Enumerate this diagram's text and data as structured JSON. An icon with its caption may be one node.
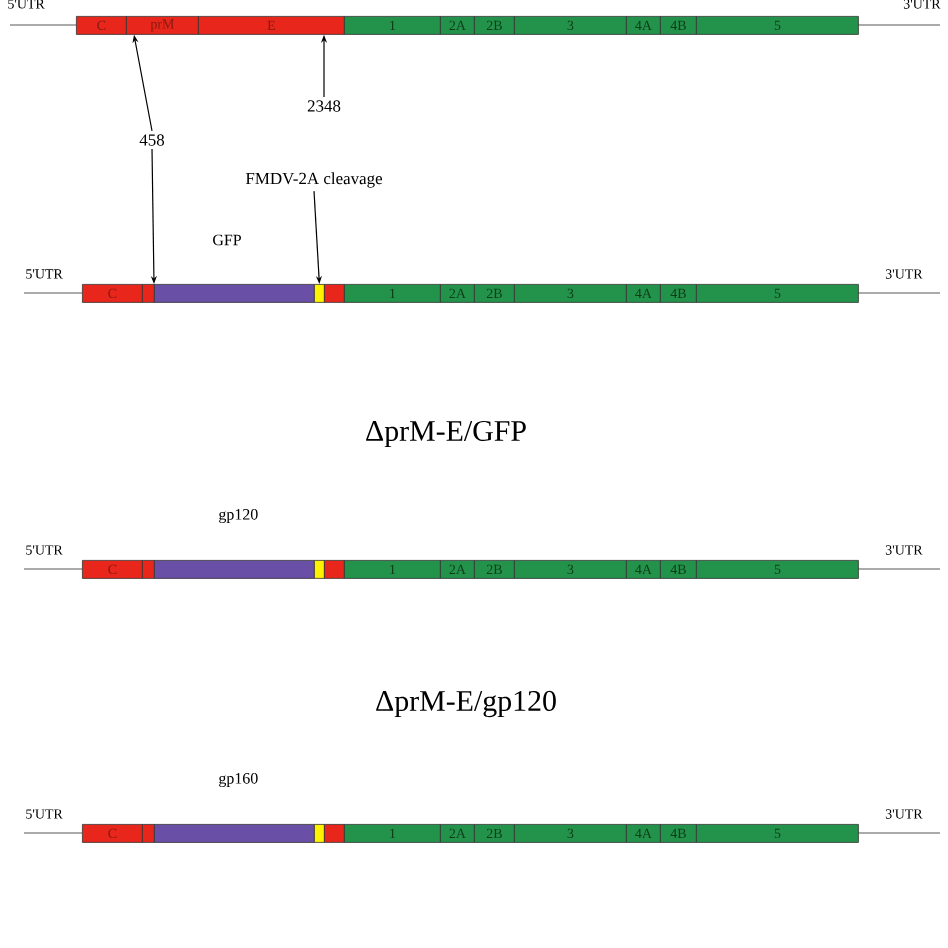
{
  "diagram": {
    "nodes": [
      {
        "text": [
          "C"
        ],
        "beside": [
          "5'UTR"
        ]
      },
      {
        "text": [
          "prM"
        ]
      },
      {
        "text": [
          "E"
        ]
      },
      {
        "text": [
          "1"
        ]
      },
      {
        "text": [
          "2A"
        ]
      },
      {
        "text": [
          "2B"
        ]
      },
      {
        "text": [
          "3"
        ]
      },
      {
        "text": [
          "4A"
        ]
      },
      {
        "text": [
          "4B"
        ]
      },
      {
        "text": [
          "5"
        ],
        "beside": [
          "3'UTR"
        ]
      },
      {
        "text": [
          "2348"
        ]
      },
      {
        "text": [
          "458"
        ]
      },
      {
        "text": [
          "FMDV-2A cleavage"
        ]
      },
      {
        "text": [
          "C"
        ],
        "beside": [
          "5'UTR"
        ]
      },
      {
        "text": [],
        "shape": "box"
      },
      {
        "text": [
          "GFP"
        ]
      },
      {
        "text": [],
        "shape": "box"
      },
      {
        "text": [],
        "shape": "box"
      },
      {
        "text": [
          "1"
        ]
      },
      {
        "text": [
          "2A"
        ]
      },
      {
        "text": [
          "2B"
        ]
      },
      {
        "text": [
          "3"
        ]
      },
      {
        "text": [
          "4A"
        ]
      },
      {
        "text": [
          "4B"
        ]
      },
      {
        "text": [
          "5"
        ],
        "beside": [
          "3'UTR"
        ]
      },
      {
        "text": [
          "C"
        ],
        "beside": [
          "5'UTR"
        ]
      },
      {
        "text": [],
        "shape": "box"
      },
      {
        "text": [
          "gp120"
        ]
      },
      {
        "text": [],
        "shape": "box"
      },
      {
        "text": [],
        "shape": "box"
      },
      {
        "text": [
          "1"
        ]
      },
      {
        "text": [
          "2A"
        ]
      },
      {
        "text": [
          "2B"
        ]
      },
      {
        "text": [
          "3"
        ]
      },
      {
        "text": [
          "4A"
        ]
      },
      {
        "text": [
          "4B"
        ]
      },
      {
        "text": [
          "5"
        ],
        "beside": [
          "3'UTR"
        ]
      },
      {
        "text": [
          "C"
        ],
        "beside": [
          "5'UTR"
        ]
      },
      {
        "text": [],
        "shape": "box"
      },
      {
        "text": [
          "gp160"
        ]
      },
      {
        "text": [],
        "shape": "box"
      },
      {
        "text": [],
        "shape": "box"
      },
      {
        "text": [
          "1"
        ]
      },
      {
        "text": [
          "2A"
        ]
      },
      {
        "text": [
          "2B"
        ]
      },
      {
        "text": [
          "3"
        ]
      },
      {
        "text": [
          "4A"
        ]
      },
      {
        "text": [
          "4B"
        ]
      },
      {
        "text": [
          "5"
        ],
        "beside": [
          "3'UTR"
        ]
      }
    ],
    "edges": [
      {
        "from": 11,
        "to": 1,
        "arrow": "to"
      },
      {
        "from": 10,
        "to": 2,
        "arrow": "to"
      },
      {
        "from": 11,
        "to": 15,
        "arrow": "to"
      },
      {
        "from": 12,
        "to": 16,
        "arrow": "to"
      }
    ],
    "labels": [
      "ΔprM-E/GFP",
      "ΔprM-E/gp120"
    ]
  }
}
